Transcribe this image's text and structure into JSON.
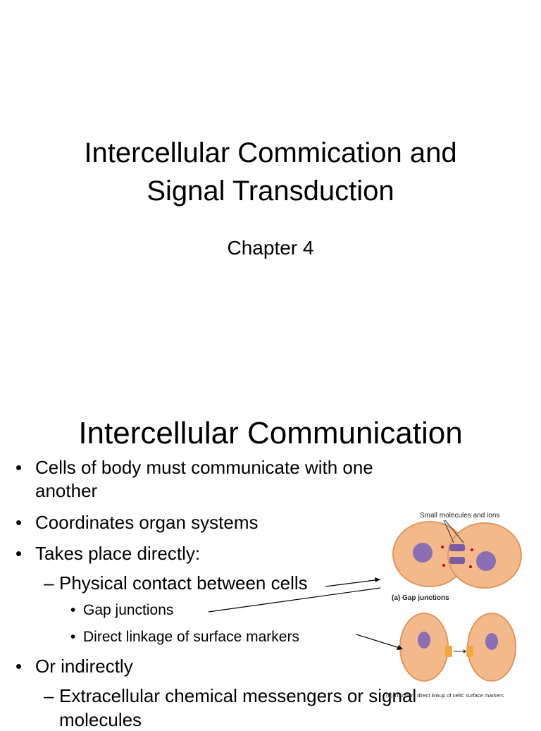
{
  "slide1": {
    "title_line1": "Intercellular Commication and",
    "title_line2": "Signal Transduction",
    "subtitle": "Chapter 4"
  },
  "slide2": {
    "title": "Intercellular Communication",
    "bullets": [
      {
        "level": 1,
        "marker": "•",
        "lines": [
          "Cells of body must communicate with one",
          "another"
        ]
      },
      {
        "level": 1,
        "marker": "•",
        "lines": [
          "Coordinates organ systems"
        ]
      },
      {
        "level": 1,
        "marker": "•",
        "lines": [
          "Takes place directly:"
        ]
      },
      {
        "level": 2,
        "marker": "–",
        "lines": [
          "Physical contact between cells"
        ]
      },
      {
        "level": 3,
        "marker": "•",
        "lines": [
          "Gap junctions"
        ]
      },
      {
        "level": 3,
        "marker": "•",
        "lines": [
          "Direct linkage of surface markers"
        ]
      },
      {
        "level": 1,
        "marker": "•",
        "lines": [
          "Or indirectly"
        ]
      },
      {
        "level": 2,
        "marker": "–",
        "lines": [
          "Extracellular chemical messengers or signal",
          "molecules"
        ]
      }
    ],
    "figure": {
      "label_top": "Small molecules and ions",
      "caption_a": "(a)  Gap junctions",
      "caption_b": "(b)  Transient direct linkup of cells' surface markers"
    },
    "colors": {
      "cell_fill": "#f3b98a",
      "cell_edge": "#e0975e",
      "nucleus": "#8a6fb5",
      "junction": "#7b5aa6",
      "marker": "#f0a840"
    }
  }
}
